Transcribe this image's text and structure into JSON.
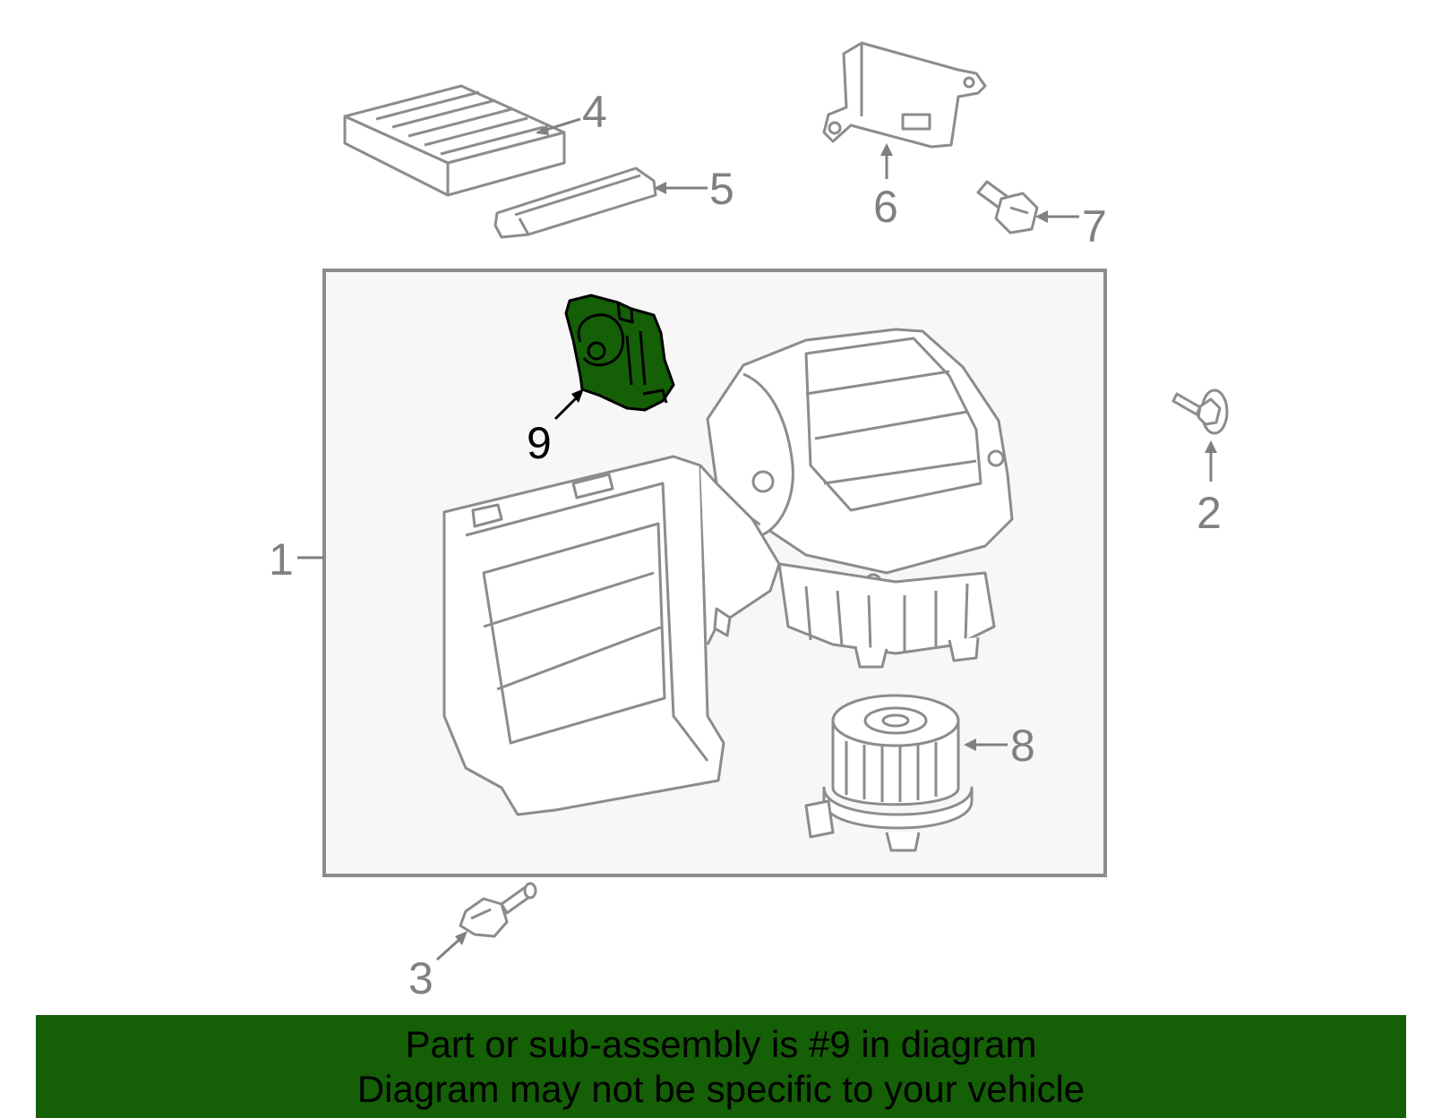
{
  "callouts": [
    {
      "id": "1",
      "label": "1"
    },
    {
      "id": "2",
      "label": "2"
    },
    {
      "id": "3",
      "label": "3"
    },
    {
      "id": "4",
      "label": "4"
    },
    {
      "id": "5",
      "label": "5"
    },
    {
      "id": "6",
      "label": "6"
    },
    {
      "id": "7",
      "label": "7"
    },
    {
      "id": "8",
      "label": "8"
    },
    {
      "id": "9",
      "label": "9"
    }
  ],
  "highlighted_part": "9",
  "colors": {
    "line_gray": "#8c8c8c",
    "callout_gray": "#808080",
    "highlight_green": "#155f07",
    "banner_green": "#155f07",
    "panel_fill": "#f7f7f7"
  },
  "banner": {
    "line1": "Part or sub-assembly is #9 in diagram",
    "line2": "Diagram may not be specific to your vehicle"
  }
}
